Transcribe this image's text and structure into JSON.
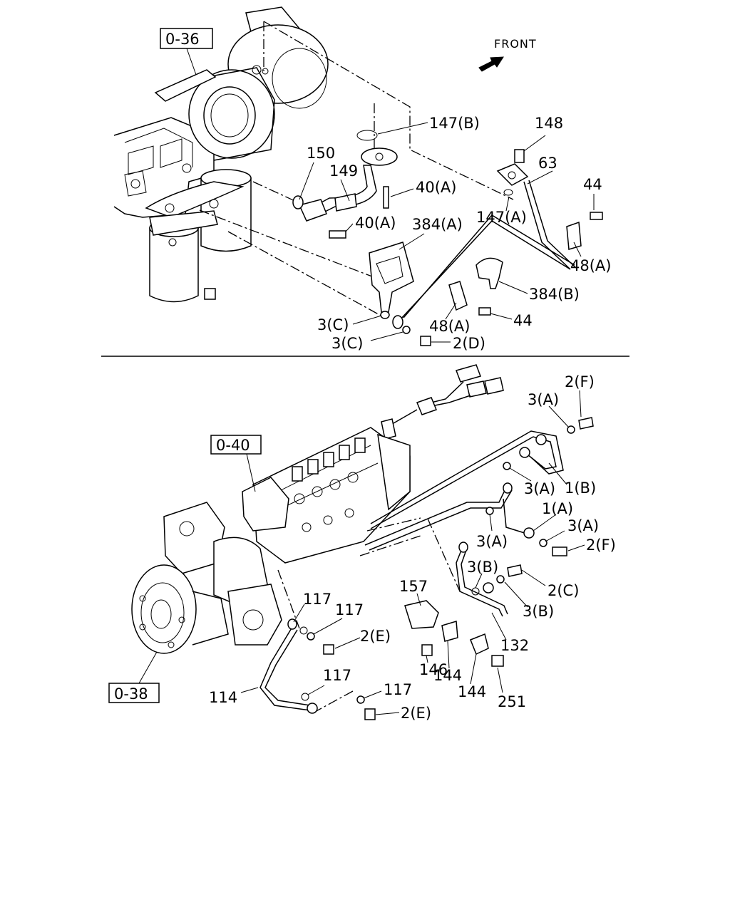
{
  "direction": {
    "label": "FRONT"
  },
  "reference_boxes": {
    "top": "0-36",
    "middle": "0-40",
    "bottom": "0-38"
  },
  "upper_callouts": {
    "c_147b": "147(B)",
    "c_148": "148",
    "c_150": "150",
    "c_149": "149",
    "c_63": "63",
    "c_40a_1": "40(A)",
    "c_44_1": "44",
    "c_147a": "147(A)",
    "c_40a_2": "40(A)",
    "c_384a": "384(A)",
    "c_48a_1": "48(A)",
    "c_384b": "384(B)",
    "c_44_2": "44",
    "c_3c_1": "3(C)",
    "c_48a_2": "48(A)",
    "c_3c_2": "3(C)",
    "c_2d": "2(D)"
  },
  "lower_callouts": {
    "c_2f_1": "2(F)",
    "c_3a_1": "3(A)",
    "c_3a_2": "3(A)",
    "c_1b": "1(B)",
    "c_1a": "1(A)",
    "c_3a_3": "3(A)",
    "c_3a_4": "3(A)",
    "c_2f_2": "2(F)",
    "c_3b_1": "3(B)",
    "c_2c": "2(C)",
    "c_157": "157",
    "c_117_1": "117",
    "c_117_2": "117",
    "c_3b_2": "3(B)",
    "c_2e_1": "2(E)",
    "c_132": "132",
    "c_146": "146",
    "c_144_1": "144",
    "c_117_3": "117",
    "c_117_4": "117",
    "c_144_2": "144",
    "c_114": "114",
    "c_251": "251",
    "c_2e_2": "2(E)"
  }
}
